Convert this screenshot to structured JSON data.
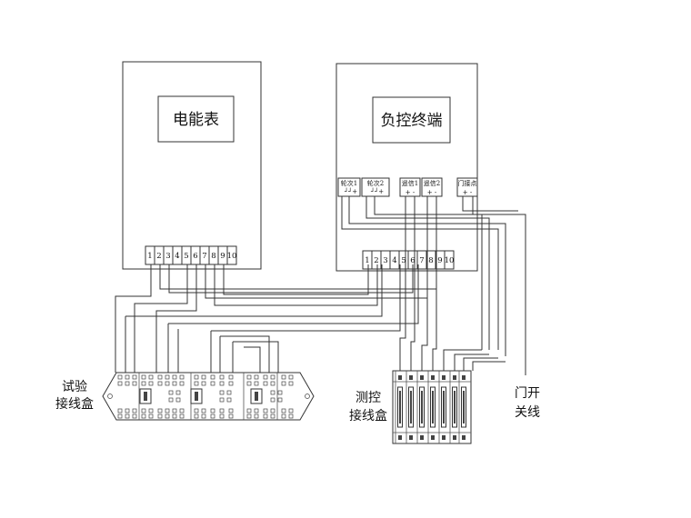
{
  "meter": {
    "title": "电能表",
    "terminals": [
      "1",
      "2",
      "3",
      "4",
      "5",
      "6",
      "7",
      "8",
      "9",
      "10"
    ]
  },
  "terminal_unit": {
    "title": "负控终端",
    "terminals": [
      "1",
      "2",
      "3",
      "4",
      "5",
      "6",
      "7",
      "8",
      "9",
      "10"
    ],
    "ports": {
      "round1": {
        "label": "轮次1",
        "pins": "┘┘+"
      },
      "round2": {
        "label": "轮次2",
        "pins": "┘┘+"
      },
      "signal1": {
        "label": "遥信1",
        "pins": "+ -"
      },
      "signal2": {
        "label": "遥信2",
        "pins": "+ -"
      },
      "door": {
        "label": "门接点",
        "pins": "+ -"
      }
    }
  },
  "labels": {
    "test_box_line1": "试验",
    "test_box_line2": "接线盒",
    "control_box_line1": "测控",
    "control_box_line2": "接线盒",
    "door_line1": "门开",
    "door_line2": "关线"
  }
}
